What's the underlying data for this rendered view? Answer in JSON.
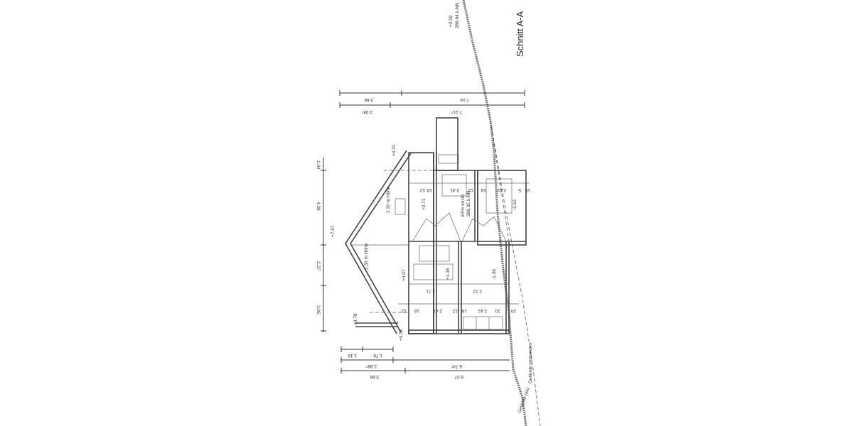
{
  "drawing": {
    "title": "Schnitt A-A",
    "top_reference": {
      "level": "+2.59",
      "elevation": "286.64 ü.NN"
    },
    "ridge_level": "+7.97",
    "eaves_levels": [
      "+4.31",
      "+4.31"
    ],
    "bottom_level": "+0.78",
    "ceiling_heights": [
      "2.30 m Höhe",
      "2.30 m Höhe"
    ],
    "floor_levels": {
      "upper": "+2.71",
      "efh": "EFH ±0.00",
      "efh_elevation": "286.35 ü.NN",
      "basement": "-2.53",
      "lower_left": "+4.07",
      "lower_mid": "+1.36",
      "lower_right": "-1.36"
    },
    "dimensions": {
      "top_row_1": [
        "3.66",
        "7.04"
      ],
      "top_row_2": [
        "2.98⁵",
        "7.21⁵"
      ],
      "left_vertical": [
        "1.04",
        "4.38",
        "2.37",
        "3.05"
      ],
      "bottom_row_1": [
        "1.19",
        "1.78"
      ],
      "bottom_row_2": [
        "2.98⁵",
        "6.74⁵"
      ],
      "bottom_row_3": [
        "3.66",
        "6.07"
      ],
      "inner_row_upper": [
        "12",
        "18",
        "2.41",
        "12",
        "18",
        "2.23",
        "5",
        "15"
      ],
      "inner_row_mid": [
        "2.71",
        "2.72"
      ],
      "inner_row_lower": [
        "12",
        "18",
        "2.41",
        "12",
        "18",
        "2.42",
        "20",
        "20"
      ]
    },
    "terrain_labels": {
      "existing": "Gelände vorhanden",
      "new": "Gelände neu"
    }
  }
}
